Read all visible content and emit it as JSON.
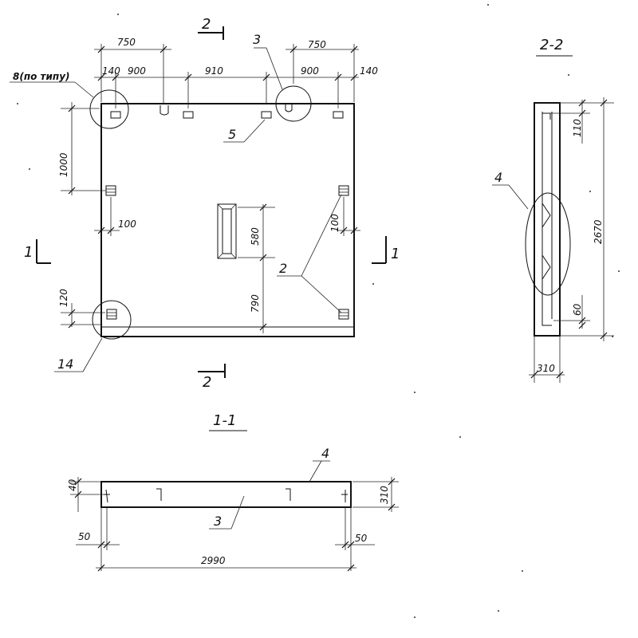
{
  "sections": {
    "section_2_top": "2",
    "section_2_bottom": "2",
    "section_1_left": "1",
    "section_1_right": "1",
    "title_1_1": "1-1",
    "title_2_2": "2-2"
  },
  "plan": {
    "dim_750_left": "750",
    "dim_750_right": "750",
    "dim_140_left": "140",
    "dim_900_left": "900",
    "dim_910": "910",
    "dim_900_right": "900",
    "dim_140_right": "140",
    "dim_1000": "1000",
    "dim_100_left": "100",
    "dim_100_right": "100",
    "dim_580": "580",
    "dim_790": "790",
    "dim_120": "120",
    "callout_8": "8(по типу)",
    "callout_3": "3",
    "callout_5": "5",
    "callout_2": "2",
    "callout_14": "14"
  },
  "section_1_1": {
    "dim_40": "40",
    "dim_310": "310",
    "dim_50_left": "50",
    "dim_50_right": "50",
    "dim_2990": "2990",
    "callout_4": "4",
    "callout_3": "3"
  },
  "section_2_2": {
    "dim_110": "110",
    "dim_2670": "2670",
    "dim_60": "60",
    "dim_310": "310",
    "callout_4": "4"
  }
}
